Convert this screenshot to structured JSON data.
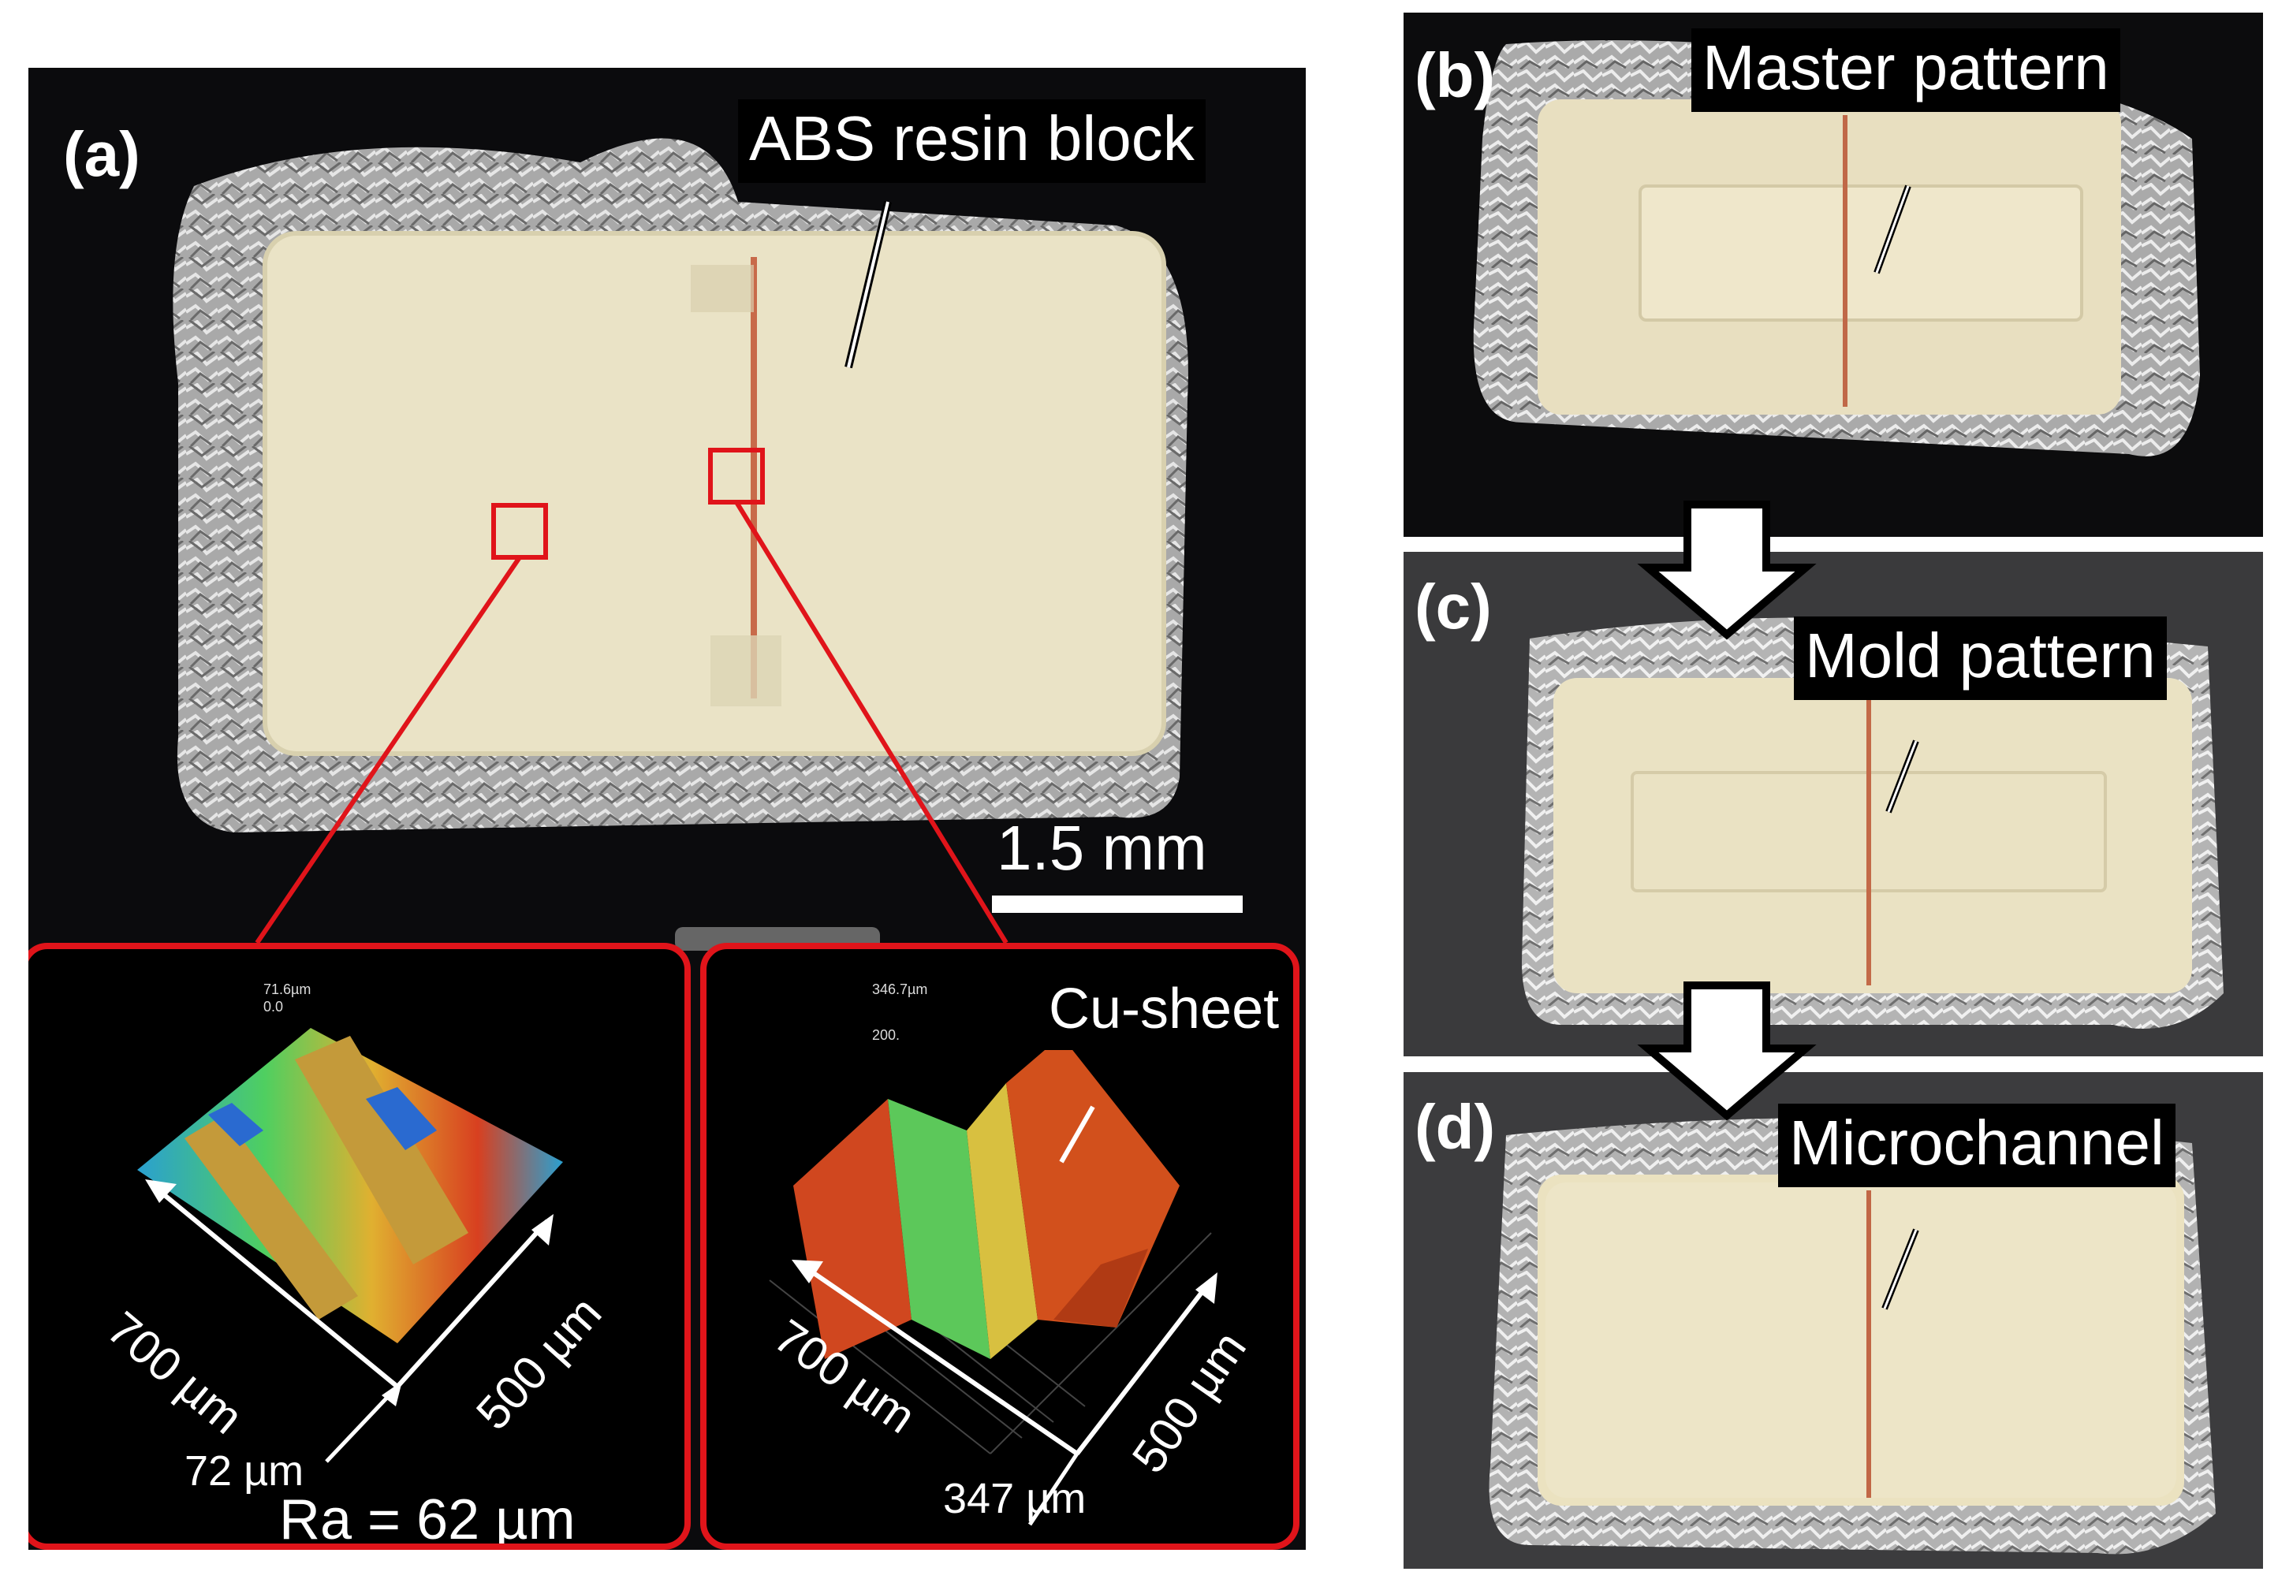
{
  "panel_a": {
    "label": "(a)",
    "callout": "ABS resin block",
    "scale_bar": "1.5 mm",
    "inset_left": {
      "small_label_1": "71.6µm",
      "small_label_2": "0.0",
      "dim_long": "700 µm",
      "dim_short": "500 µm",
      "depth": "72 µm",
      "roughness": "Ra = 62 µm"
    },
    "inset_right": {
      "small_label_1": "346.7µm",
      "small_label_2": "200.",
      "callout": "Cu-sheet",
      "dim_long": "700 µm",
      "dim_short": "500 µm",
      "depth": "347 µm"
    }
  },
  "panel_b": {
    "label": "(b)",
    "callout": "Master pattern"
  },
  "panel_c": {
    "label": "(c)",
    "callout": "Mold pattern"
  },
  "panel_d": {
    "label": "(d)",
    "callout": "Microchannel"
  },
  "colors": {
    "highlight": "#e0141a",
    "background": "#0c0c0c",
    "resin": "#eae3c6",
    "foil": "#b9b9b9"
  }
}
